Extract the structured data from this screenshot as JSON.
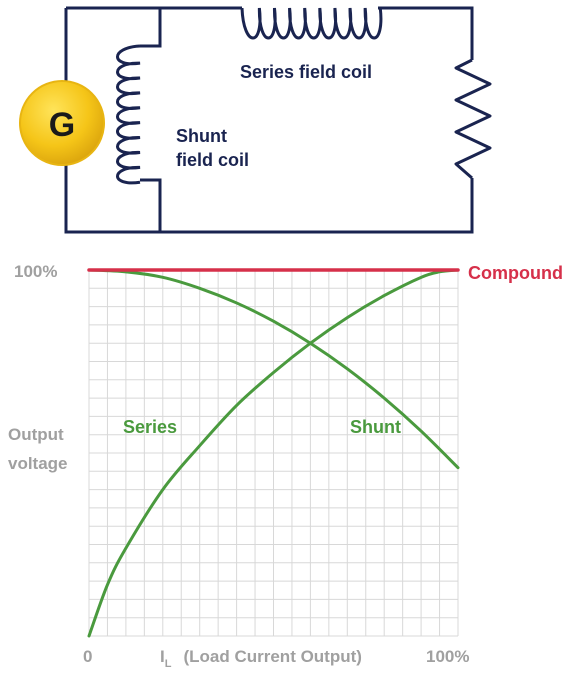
{
  "circuit": {
    "generator_label": "G",
    "series_coil_label": "Series field coil",
    "shunt_coil_label_line1": "Shunt",
    "shunt_coil_label_line2": "field coil"
  },
  "colors": {
    "wire": "#1a2450",
    "generator_fill": "#f5c518",
    "series_curve": "#4a9a3e",
    "shunt_curve": "#4a9a3e",
    "compound_line": "#d6304a",
    "grid": "#d8d8d8",
    "axis_text": "#a0a0a0"
  },
  "chart_data": {
    "type": "line",
    "x_label_main": "I",
    "x_label_sub": "L",
    "x_label_rest": "(Load Current Output)",
    "y_label_line1": "Output",
    "y_label_line2": "voltage",
    "x_tick_labels": {
      "min": "0",
      "max": "100%"
    },
    "y_tick_labels": {
      "max": "100%"
    },
    "xlim": [
      0,
      100
    ],
    "ylim": [
      0,
      100
    ],
    "grid": true,
    "series": [
      {
        "name": "Series",
        "x": [
          0,
          5,
          10,
          20,
          30,
          40,
          50,
          60,
          70,
          80,
          90,
          95,
          100
        ],
        "y": [
          0,
          14,
          24,
          40,
          52,
          63,
          72,
          80,
          87,
          93,
          98,
          99.5,
          100
        ]
      },
      {
        "name": "Shunt",
        "x": [
          0,
          10,
          20,
          30,
          40,
          50,
          60,
          70,
          80,
          90,
          100
        ],
        "y": [
          100,
          99.5,
          98,
          95,
          91,
          86,
          80,
          73,
          65,
          56,
          46
        ]
      },
      {
        "name": "Compound",
        "x": [
          0,
          100
        ],
        "y": [
          100,
          100
        ]
      }
    ]
  }
}
